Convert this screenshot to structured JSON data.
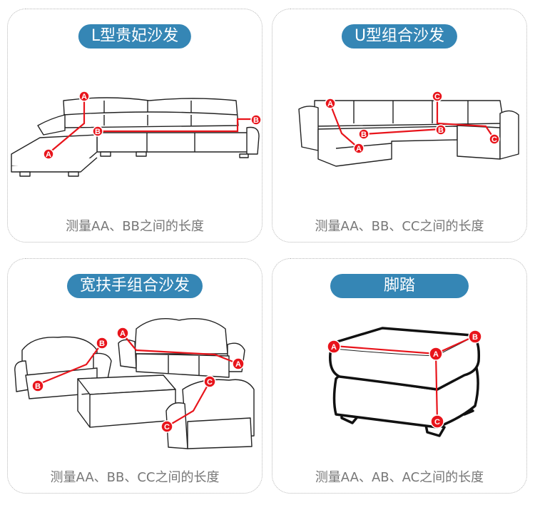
{
  "panels": [
    {
      "title": "L型贵妃沙发",
      "caption": "测量AA、BB之间的长度",
      "markers": [
        "A",
        "A",
        "B",
        "B"
      ]
    },
    {
      "title": "U型组合沙发",
      "caption": "测量AA、BB、CC之间的长度",
      "markers": [
        "A",
        "A",
        "B",
        "B",
        "C",
        "C"
      ]
    },
    {
      "title": "宽扶手组合沙发",
      "caption": "测量AA、BB、CC之间的长度",
      "markers": [
        "A",
        "A",
        "B",
        "B",
        "C",
        "C"
      ]
    },
    {
      "title": "脚踏",
      "caption": "测量AA、AB、AC之间的长度",
      "markers": [
        "A",
        "A",
        "B",
        "C"
      ]
    }
  ],
  "colors": {
    "pill": "#3586b5",
    "marker": "#e8141b",
    "caption": "#777777"
  }
}
